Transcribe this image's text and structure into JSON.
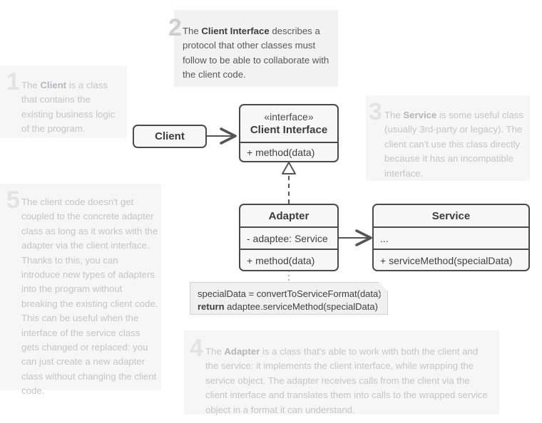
{
  "diagram": {
    "title": "Adapter design pattern structure",
    "background": "#ffffff",
    "stroke_color": "#4b4b4b",
    "note_background": "#f2f2f2"
  },
  "classes": {
    "client": {
      "name": "Client"
    },
    "client_interface": {
      "stereotype": "«interface»",
      "name": "Client Interface",
      "members": [
        "+ method(data)"
      ]
    },
    "adapter": {
      "name": "Adapter",
      "members": [
        "- adaptee: Service",
        "+ method(data)"
      ]
    },
    "service": {
      "name": "Service",
      "members": [
        "...",
        "+ serviceMethod(specialData)"
      ]
    }
  },
  "code_note": {
    "line1": "specialData = convertToServiceFormat(data)",
    "line2_keyword": "return",
    "line2_rest": " adaptee.serviceMethod(specialData)"
  },
  "annotations": [
    {
      "number": "1",
      "state": "faded",
      "text_parts": [
        {
          "text": "The ",
          "bold": false
        },
        {
          "text": "Client",
          "bold": true
        },
        {
          "text": " is a class that contains the existing business logic of the program.",
          "bold": false
        }
      ],
      "plain": "The Client is a class that contains the existing business logic of the program."
    },
    {
      "number": "2",
      "state": "active",
      "text_parts": [
        {
          "text": "The ",
          "bold": false
        },
        {
          "text": "Client Interface",
          "bold": true
        },
        {
          "text": " describes a protocol that other classes must follow to be able to collaborate with the client code.",
          "bold": false
        }
      ],
      "plain": "The Client Interface describes a protocol that other classes must follow to be able to collaborate with the client code."
    },
    {
      "number": "3",
      "state": "faded",
      "text_parts": [
        {
          "text": "The ",
          "bold": false
        },
        {
          "text": "Service",
          "bold": true
        },
        {
          "text": " is some useful class (usually 3rd-party or legacy). The client can't use this class directly because it has an incompatible interface.",
          "bold": false
        }
      ],
      "plain": "The Service is some useful class (usually 3rd-party or legacy). The client can't use this class directly because it has an incompatible interface."
    },
    {
      "number": "4",
      "state": "faded",
      "text_parts": [
        {
          "text": "The ",
          "bold": false
        },
        {
          "text": "Adapter",
          "bold": true
        },
        {
          "text": " is a class that's able to work with both the client and the service: it implements the client interface, while wrapping the service object. The adapter receives calls from the client via the client interface and translates them into calls to the wrapped service object in a format it can understand.",
          "bold": false
        }
      ],
      "plain": "The Adapter is a class that's able to work with both the client and the service: it implements the client interface, while wrapping the service object. The adapter receives calls from the client via the client interface and translates them into calls to the wrapped service object in a format it can understand."
    },
    {
      "number": "5",
      "state": "faded",
      "text_parts": [
        {
          "text": "The client code doesn't get coupled to the concrete adapter class as long as it works with the adapter via the client interface. Thanks to this, you can introduce new types of adapters into the program without breaking the existing client code. This can be useful when the interface of the service class gets changed or replaced: you can just create a new adapter class without changing the client code.",
          "bold": false
        }
      ],
      "plain": "The client code doesn't get coupled to the concrete adapter class as long as it works with the adapter via the client interface. Thanks to this, you can introduce new types of adapters into the program without breaking the existing client code. This can be useful when the interface of the service class gets changed or replaced: you can just create a new adapter class without changing the client code."
    }
  ],
  "connectors": [
    {
      "name": "client-to-client-interface",
      "kind": "association",
      "from": "Client",
      "to": "Client Interface"
    },
    {
      "name": "adapter-realizes-client-interface",
      "kind": "realization",
      "from": "Adapter",
      "to": "Client Interface"
    },
    {
      "name": "adapter-to-service",
      "kind": "association",
      "from": "Adapter",
      "to": "Service"
    },
    {
      "name": "adapter-to-code-note",
      "kind": "note-link",
      "from": "Adapter",
      "to": "code note"
    }
  ]
}
